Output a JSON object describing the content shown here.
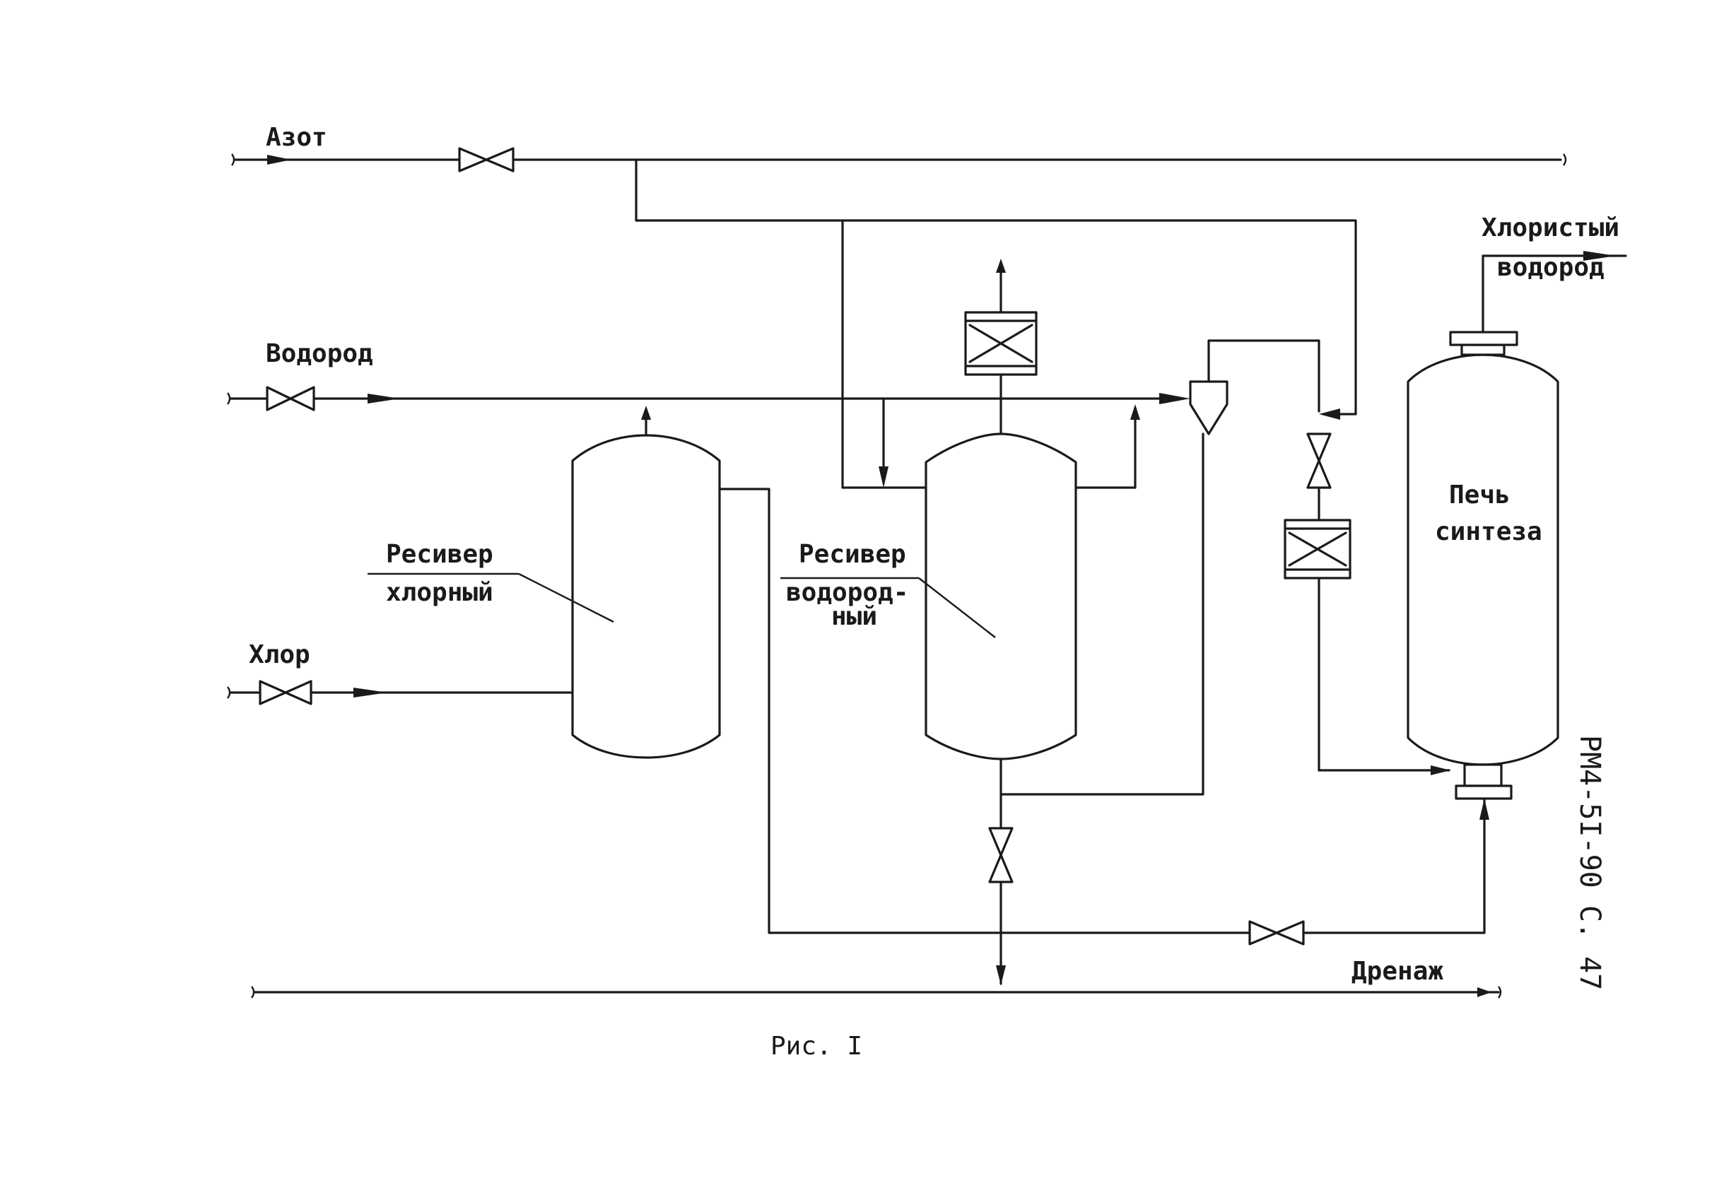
{
  "labels": {
    "nitrogen": "Азот",
    "hydrogen": "Водород",
    "chlorine": "Хлор",
    "receiver_chlorine_l1": "Ресивер",
    "receiver_chlorine_l2": "хлорный",
    "receiver_hydrogen_l1": "Ресивер",
    "receiver_hydrogen_l2": "водород-",
    "receiver_hydrogen_l3": "ный",
    "furnace_l1": "Печь",
    "furnace_l2": "синтеза",
    "hcl_l1": "Хлористый",
    "hcl_l2": "водород",
    "drain": "Дренаж"
  },
  "caption": "Рис. I",
  "doc_code": "РМ4-5I-90 С. 47"
}
